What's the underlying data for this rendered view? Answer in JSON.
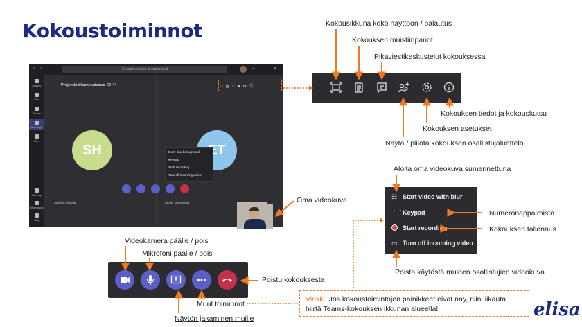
{
  "slide": {
    "title": "Kokoustoiminnot"
  },
  "teams_window": {
    "search_placeholder": "Search or type a command",
    "meeting_title": "Projektin tilannekatsaus",
    "meeting_time": "22:44",
    "sidebar": [
      {
        "label": "Activity"
      },
      {
        "label": "Chat"
      },
      {
        "label": "Teams"
      },
      {
        "label": "Meetings"
      },
      {
        "label": "Files"
      },
      {
        "label": "..."
      },
      {
        "label": "Get app"
      },
      {
        "label": "More apps"
      },
      {
        "label": "Help"
      }
    ],
    "participants": [
      {
        "initials": "SH",
        "name": "Sariella Hiltuala"
      },
      {
        "initials": "ET",
        "name": "Elmer Taskelampi"
      }
    ],
    "menu": [
      {
        "label": "Don't blur background"
      },
      {
        "label": "Keypad"
      },
      {
        "label": "Start recording"
      },
      {
        "label": "Turn off incoming video"
      }
    ]
  },
  "toolbar": {
    "icons": [
      "fullscreen-icon",
      "notes-icon",
      "chat-icon",
      "participants-icon",
      "settings-icon",
      "info-icon"
    ],
    "colors": {
      "accent": "#f07a23",
      "dark": "#2c2c30"
    }
  },
  "labels": {
    "fullscreen": "Kokousikkuna koko näyttöön / palautus",
    "notes": "Kokouksen muistiinpanot",
    "chat": "Pikaviestikeskustelut kokouksessa",
    "info": "Kokouksen tiedot ja kokouskutsu",
    "settings": "Kokouksen asetukset",
    "participants": "Näytä / piilota kokouksen osallistujaluettelo",
    "blur": "Aloita oma videokuva sumennettuna",
    "self_video": "Oma videokuva",
    "keypad": "Numeronäppäimistö",
    "recording": "Kokouksen tallennus",
    "incoming_video": "Poista käytöstä muiden osallistujien videokuva",
    "camera": "Videokamera päälle / pois",
    "mic": "Mikrofoni päälle / pois",
    "hangup": "Poistu kokouksesta",
    "more": "Muut toiminnot",
    "share": "Näytön jakaminen muille"
  },
  "context_menu": {
    "items": [
      {
        "label": "Start video with blur"
      },
      {
        "label": "Keypad"
      },
      {
        "label": "Start recording"
      },
      {
        "label": "Turn off incoming video"
      }
    ]
  },
  "tip": {
    "label": "Vinkki:",
    "text": "Jos kokoustoimintojen painikkeet eivät näy, niin liikauta hiirtä Teams-kokouksen ikkunan alueella!"
  },
  "brand": {
    "logo": "elisa",
    "color": "#1c2a84"
  }
}
